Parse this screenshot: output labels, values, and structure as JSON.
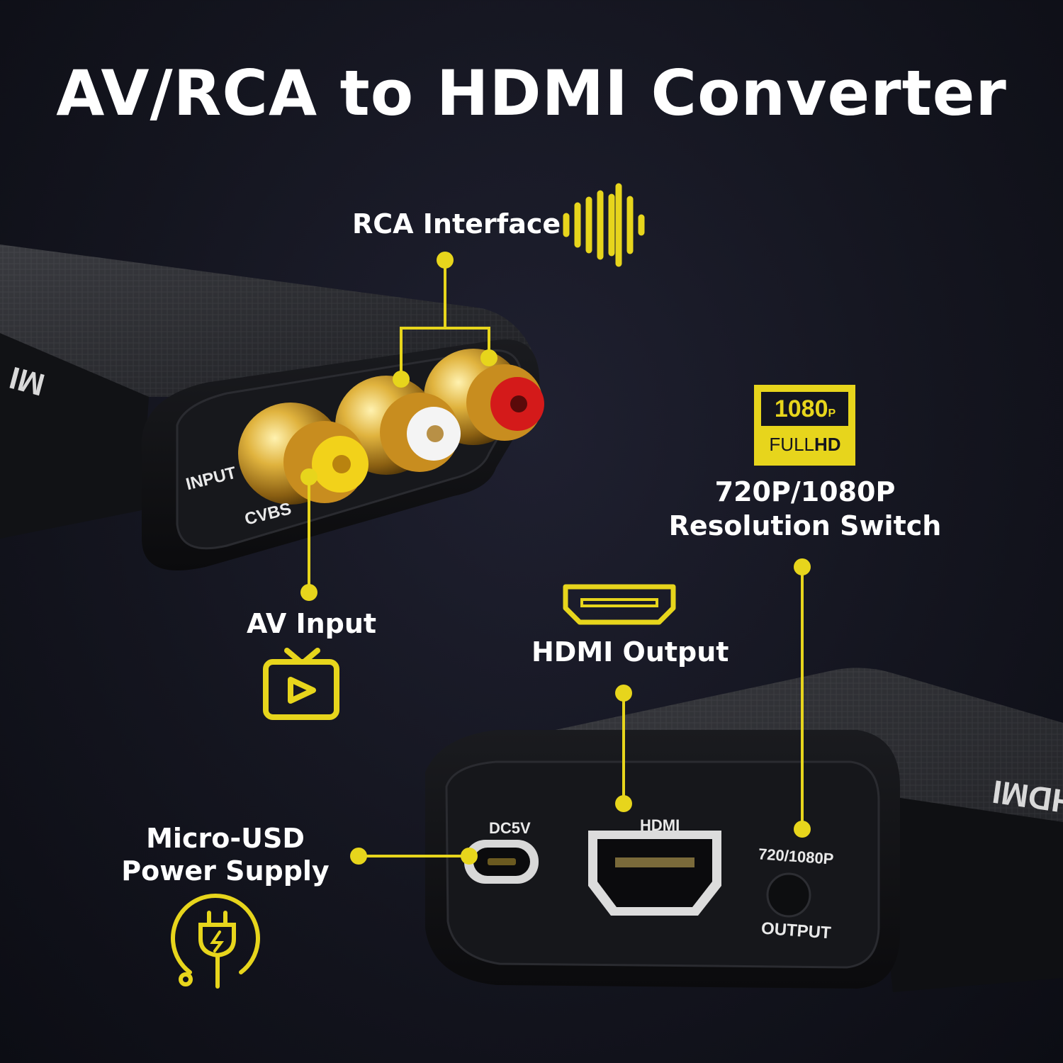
{
  "title": "AV/RCA to HDMI Converter",
  "callouts": {
    "rca_interface": "RCA Interface",
    "av_input": "AV Input",
    "resolution_line1": "720P/1080P",
    "resolution_line2": "Resolution Switch",
    "hdmi_output": "HDMI Output",
    "power_line1": "Micro-USD",
    "power_line2": "Power Supply"
  },
  "badge": {
    "top": "1080",
    "sup": "P",
    "bottom_left": "FULL",
    "bottom_right": "HD"
  },
  "device_labels": {
    "input": "INPUT",
    "cvbs": "CVBS",
    "dc5v": "DC5V",
    "hdmi": "HDMI",
    "switch": "720/1080P",
    "output": "OUTPUT",
    "body_mirror_left": "MI",
    "body_mirror_right": "HDMI"
  },
  "colors": {
    "accent": "#e7d51c",
    "background": "#14151f",
    "rca_yellow": "#f2d21a",
    "rca_white": "#f4f4f4",
    "rca_red": "#d41a1a"
  },
  "icons": [
    "sound-wave-icon",
    "tv-play-icon",
    "hdmi-port-icon",
    "power-plug-icon"
  ]
}
